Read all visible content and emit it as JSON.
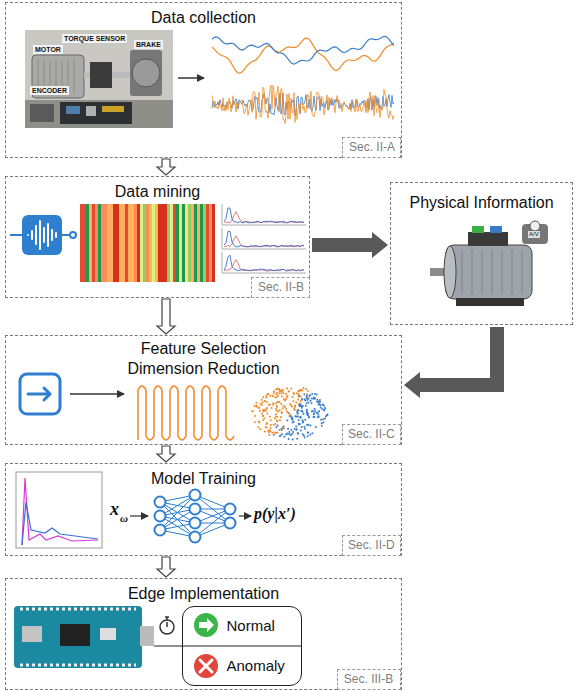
{
  "diagram": {
    "nodes": [
      {
        "text": [
          "Data collection"
        ]
      },
      {
        "text": [
          "Sec. II-A"
        ],
        "in": 0
      },
      {
        "text": [
          "Data mining"
        ]
      },
      {
        "text": [
          "Sec. II-B"
        ],
        "in": 2
      },
      {
        "text": [
          "Physical Information"
        ]
      },
      {
        "text": [
          "Feature Selection Dimension Reduction"
        ]
      },
      {
        "text": [
          "Sec. II-C"
        ],
        "in": 5
      },
      {
        "text": [
          "Model Training"
        ]
      },
      {
        "text": [
          "Sec. II-D"
        ],
        "in": 7
      },
      {
        "text": [
          "Edge Implementation"
        ]
      },
      {
        "text": [
          "Normal",
          "Anomaly"
        ],
        "in": 9
      },
      {
        "text": [
          "Sec. III-B"
        ],
        "in": 9
      }
    ],
    "edges": [
      {
        "from": 0,
        "to": 2,
        "arrow": "to"
      },
      {
        "from": 2,
        "to": 5,
        "arrow": "to"
      },
      {
        "from": 5,
        "to": 7,
        "arrow": "to"
      },
      {
        "from": 7,
        "to": 9,
        "arrow": "to"
      },
      {
        "from": 2,
        "to": 4,
        "arrow": "to"
      },
      {
        "from": 4,
        "to": 5,
        "arrow": "to"
      }
    ],
    "labels": [
      "TORQUE SENSOR",
      "MOTOR",
      "BRAKE",
      "ENCODER",
      "A/V",
      "x",
      "ω",
      "p(y|x′)"
    ]
  }
}
